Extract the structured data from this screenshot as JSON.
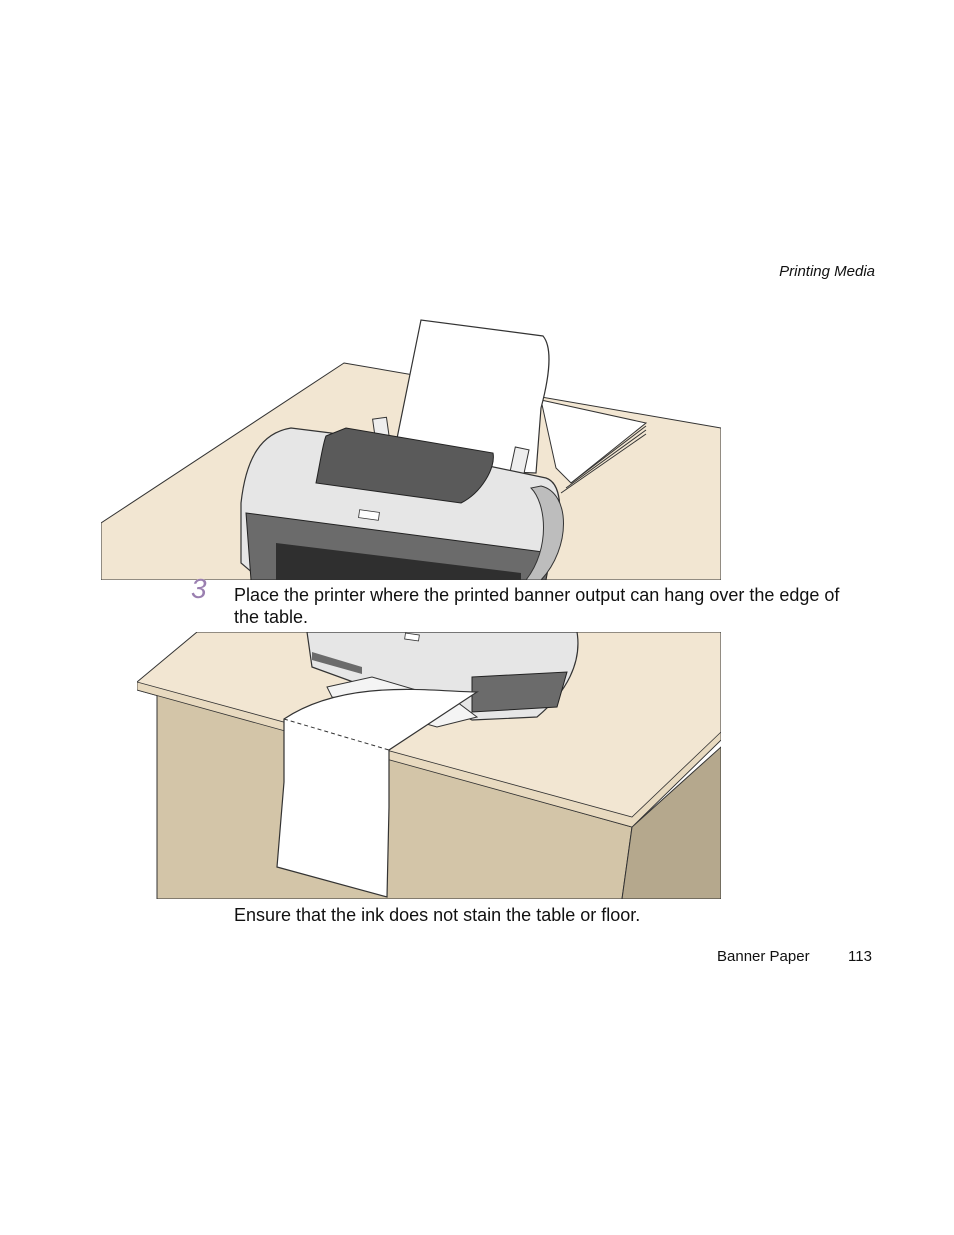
{
  "header": {
    "section_title": "Printing Media"
  },
  "step": {
    "number": "3",
    "instruction": "Place the printer where the printed banner output can hang over the edge of the table."
  },
  "note": "Ensure that the ink does not stain the table or floor.",
  "footer": {
    "chapter": "Banner Paper",
    "page_number": "113"
  },
  "colors": {
    "table_top": "#f2e6d2",
    "table_front": "#d3c5a8",
    "table_side": "#b5a88d",
    "printer_body": "#e4e4e4",
    "printer_dark": "#555555",
    "step_number": "#9a7fb0"
  }
}
